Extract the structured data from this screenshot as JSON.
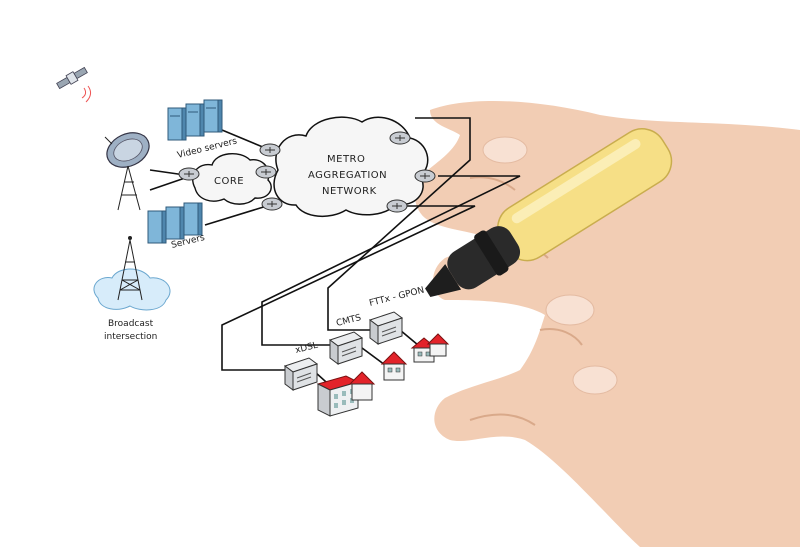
{
  "labels": {
    "video_servers": "Video servers",
    "servers": "Servers",
    "core": "CORE",
    "metro_line1": "METRO",
    "metro_line2": "AGGREGATION",
    "metro_line3": "NETWORK",
    "broadcast_line1": "Broadcast",
    "broadcast_line2": "intersection",
    "ftth": "FTTx - GPON",
    "cmts": "CMTS",
    "xdsl": "xDSL"
  },
  "colors": {
    "server_blue": "#7fb6d9",
    "roof_red": "#e3232a",
    "cloud_fill": "#f6f6f6",
    "broadcast_cloud": "#d7ecfa",
    "marker_body": "#f6df86",
    "marker_cap": "#2a2a2a",
    "skin": "#f2cdb4"
  },
  "icons": {
    "satellite": "satellite-icon",
    "dish": "satellite-dish-icon",
    "router": "router-icon",
    "server": "server-rack-icon",
    "tower": "broadcast-tower-icon",
    "node": "network-node-box-icon",
    "house": "house-icon"
  }
}
